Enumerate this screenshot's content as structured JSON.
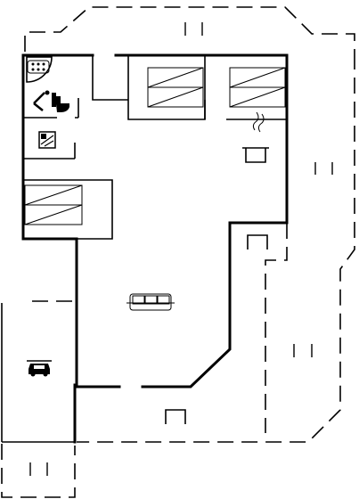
{
  "plan": {
    "rooms": [
      {
        "id": "bathroom",
        "fixtures": [
          "shower-icon",
          "washbasin-icon",
          "toilet-icon"
        ]
      },
      {
        "id": "technical-room",
        "fixtures": [
          "washing-machine-icon"
        ]
      },
      {
        "id": "bedroom-1",
        "fixtures": [
          "double-bed-icon"
        ]
      },
      {
        "id": "bedroom-2",
        "fixtures": [
          "double-bed-icon"
        ]
      },
      {
        "id": "bedroom-3",
        "fixtures": [
          "double-bed-icon"
        ]
      },
      {
        "id": "kitchen-living-room",
        "fixtures": [
          "stove-pot-icon",
          "sofa-icon"
        ]
      },
      {
        "id": "carport",
        "fixtures": [
          "car-icon"
        ]
      }
    ],
    "outdoor": [
      "terrace-north",
      "terrace-east",
      "terrace-south"
    ],
    "colors": {
      "walls": "#000000",
      "background": "#ffffff"
    }
  }
}
